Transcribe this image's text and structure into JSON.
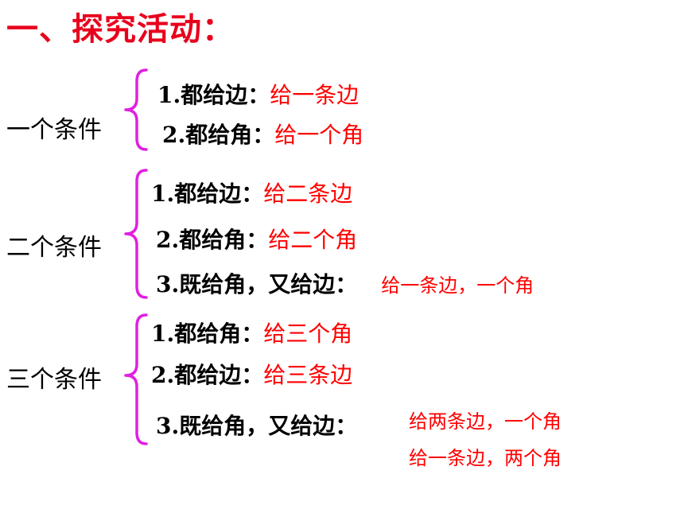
{
  "title": "一、探究活动：",
  "groups": [
    {
      "label": "一个条件",
      "items": [
        {
          "condition": "1.都给边：",
          "answer": "给一条边"
        },
        {
          "condition": "2.都给角：",
          "answer": "给一个角"
        }
      ]
    },
    {
      "label": "二个条件",
      "items": [
        {
          "condition": "1.都给边：",
          "answer": "给二条边"
        },
        {
          "condition": "2.都给角：",
          "answer": "给二个角"
        },
        {
          "condition": "3.既给角，又给边：",
          "answer": "给一条边，一个角"
        }
      ]
    },
    {
      "label": "三个条件",
      "items": [
        {
          "condition": "1.都给角：",
          "answer": "给三个角"
        },
        {
          "condition": "2.都给边：",
          "answer": "给三条边"
        },
        {
          "condition": "3.既给角，又给边：",
          "answer": "给两条边，一个角",
          "answer2": "给一条边，两个角"
        }
      ]
    }
  ],
  "colors": {
    "title": "#e8001c",
    "answer": "#ff0000",
    "brace": "#e020e0",
    "text": "#000000"
  }
}
